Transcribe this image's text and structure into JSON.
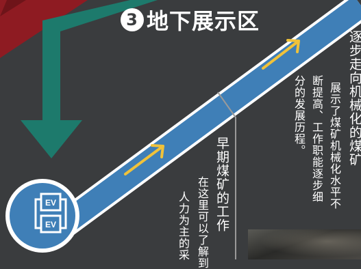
{
  "title": {
    "badge": "3",
    "text": "地下展示区"
  },
  "colors": {
    "background": "#3a3c3e",
    "red_band": "#8e1b22",
    "teal_arrow": "#1d7a6c",
    "blue_path": "#3f7fb7",
    "path_border": "#ffffff",
    "yellow_arrow": "#f0c23a",
    "ev_circle": "#3f7fb7"
  },
  "ev_badges": [
    "EV",
    "EV"
  ],
  "texts": {
    "early_heading": "早期煤矿的工作",
    "early_line1": "在这里可以了解到",
    "early_line2": "人力为主的采",
    "mech_heading": "逐步走向机械化的煤矿",
    "mech_line1": "展示了煤矿机械化水平不",
    "mech_line2": "断提高、工作职能逐步细",
    "mech_line3": "分的发展历程。"
  },
  "icons": {
    "arrow_down": "teal-down-arrow-icon",
    "arrow_path": "yellow-arrow-icon",
    "elevator": "elevator-icon"
  }
}
